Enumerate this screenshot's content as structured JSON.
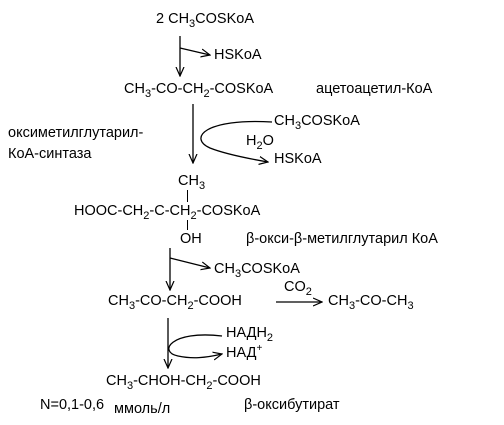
{
  "step1": {
    "start": [
      "2 CH",
      "3",
      "COSKoA"
    ],
    "release": "HSKoA",
    "product": [
      "CH",
      "3",
      "-CO-CH",
      "2",
      "-COSKoA"
    ],
    "product_name": "ацетоацетил-КоА"
  },
  "enzyme": [
    "оксиметилглутарил-",
    "КоА-синтаза"
  ],
  "step2": {
    "input": [
      "CH",
      "3",
      "COSKoA"
    ],
    "water": [
      "H",
      "2",
      "O"
    ],
    "release": "HSKoA"
  },
  "hmg": {
    "methyl": [
      "CH",
      "3"
    ],
    "chain": [
      "HOOC-CH",
      "2",
      "-C-CH",
      "2",
      "-COSKoA"
    ],
    "oh": "OH",
    "name": "β-окси-β-метилглутарил КоА"
  },
  "step3": {
    "release": [
      "CH",
      "3",
      "COSKoA"
    ]
  },
  "acetoacetate": {
    "formula": [
      "CH",
      "3",
      "-CO-CH",
      "2",
      "-COOH"
    ],
    "co2": [
      "CO",
      "2"
    ],
    "acetone": [
      "CH",
      "3",
      "-CO-CH",
      "3"
    ]
  },
  "reduction": {
    "nadh": [
      "НАДН",
      "2"
    ],
    "nad": [
      "НАД",
      "+"
    ]
  },
  "hydroxybutyrate": {
    "formula": [
      "CH",
      "3",
      "-CHOH-CH",
      "2",
      "-COOH"
    ],
    "name": "β-оксибутират",
    "norm": "N=0,1-0,6",
    "unit": "ммоль/л"
  }
}
